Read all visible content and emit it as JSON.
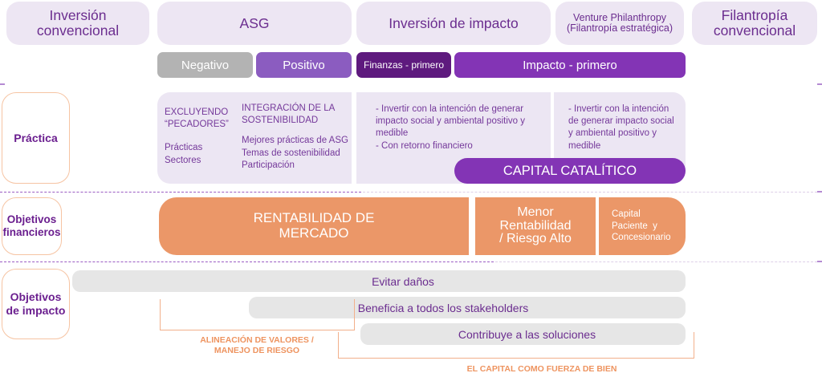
{
  "headers": [
    {
      "label": "Inversión convencional",
      "line1": "Inversión",
      "line2": "convencional"
    },
    {
      "label": "ASG"
    },
    {
      "label": "Inversión de impacto"
    },
    {
      "label": "Venture Philanthropy",
      "line2": "(Filantropía estratégica)"
    },
    {
      "label": "Filantropía convencional",
      "line1": "Filantropía",
      "line2": "convencional"
    }
  ],
  "subheaders": {
    "negativo": "Negativo",
    "positivo": "Positivo",
    "finanzas_primero": "Finanzas - primero",
    "impacto_primero": "Impacto - primero"
  },
  "rows": {
    "practica": "Práctica",
    "objetivos_financieros": {
      "line1": "Objetivos",
      "line2": "financieros"
    },
    "objetivos_impacto": {
      "line1": "Objetivos",
      "line2": "de impacto"
    }
  },
  "practica": {
    "excluyendo": {
      "title1": "EXCLUYENDO",
      "title2": "“PECADORES”",
      "item1": "Prácticas",
      "item2": "Sectores"
    },
    "integracion": {
      "title1": "INTEGRACIÓN DE LA",
      "title2": "SOSTENIBILIDAD",
      "item1": "Mejores prácticas de ASG",
      "item2": "Temas de sostenibilidad",
      "item3": "Participación"
    },
    "impacto_text": {
      "l1": "- Invertir con la intención de generar",
      "l2": "impacto social y ambiental positivo y",
      "l3": "medible",
      "l4": "- Con retorno financiero"
    },
    "venture_text": {
      "l1": "- Invertir con la intención",
      "l2": "de generar impacto social",
      "l3": "y ambiental positivo y",
      "l4": "medible"
    },
    "capital_catalitico": "CAPITAL CATALÍTICO"
  },
  "financieros": {
    "rentabilidad": {
      "line1": "RENTABILIDAD DE",
      "line2": "MERCADO"
    },
    "menor": {
      "line1": "Menor",
      "line2": "Rentabilidad",
      "line3": "/ Riesgo Alto"
    },
    "capital": {
      "line1": "Capital",
      "line2": "Paciente  y",
      "line3": "Concesionario"
    }
  },
  "impacto": {
    "evitar": "Evitar daños",
    "beneficia": "Beneficia a todos los stakeholders",
    "contribuye": "Contribuye a las soluciones",
    "alineacion": {
      "line1": "ALINEACIÓN DE VALORES /",
      "line2": "MANEJO DE RIESGO"
    },
    "capital_bien": "EL CAPITAL COMO FUERZA DE BIEN"
  },
  "colors": {
    "header_bg": "#ede6f3",
    "purple_text": "#6b2d8f",
    "negativo": "#b3b3b3",
    "positivo": "#8b5cc0",
    "finanzas": "#5e1a7e",
    "impacto": "#8334b5",
    "orange": "#eb9768",
    "gray_bar": "#e6e6e6"
  }
}
